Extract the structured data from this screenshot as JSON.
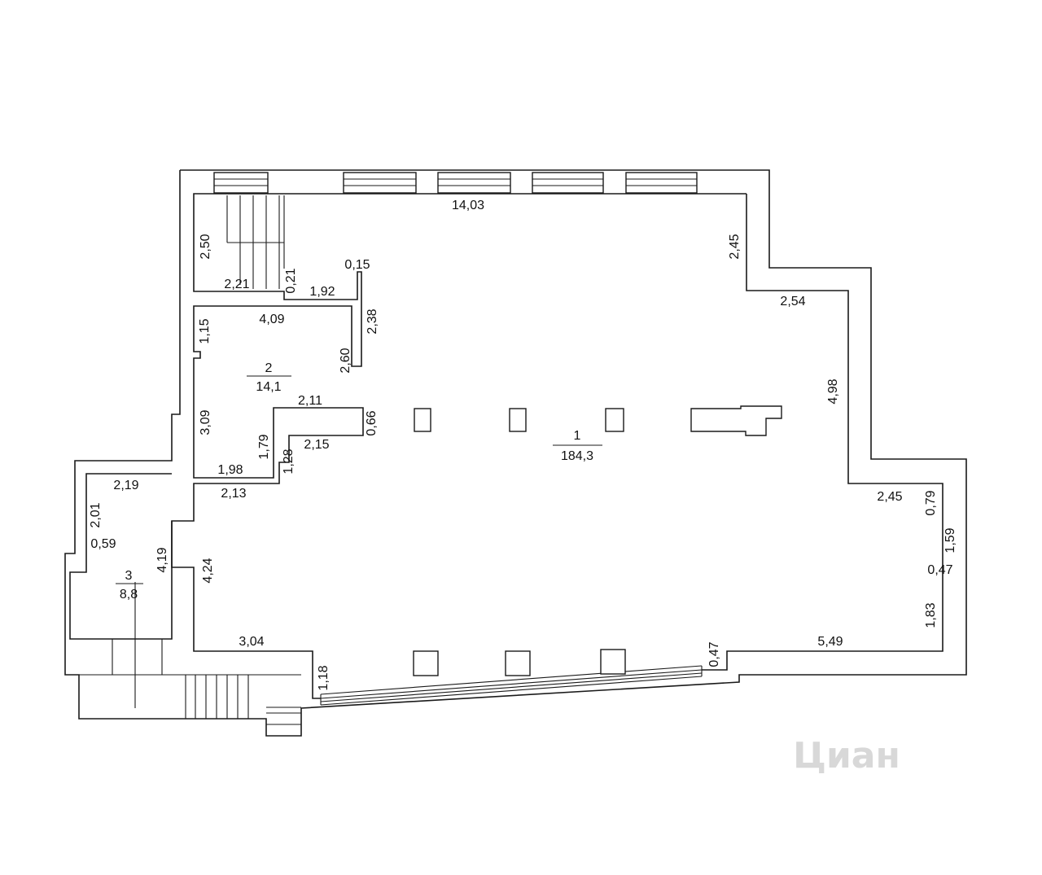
{
  "rooms": [
    {
      "number": "1",
      "area": "184,3"
    },
    {
      "number": "2",
      "area": "14,1"
    },
    {
      "number": "3",
      "area": "8,8"
    }
  ],
  "dimensions": [
    "14,03",
    "2,45",
    "2,54",
    "4,98",
    "2,45",
    "0,79",
    "1,59",
    "0,47",
    "1,83",
    "5,49",
    "0,47",
    "3,04",
    "1,18",
    "4,24",
    "4,19",
    "2,19",
    "2,01",
    "0,59",
    "2,50",
    "2,21",
    "0,21",
    "1,92",
    "0,15",
    "4,09",
    "2,38",
    "2,60",
    "1,15",
    "3,09",
    "2,11",
    "0,66",
    "1,79",
    "2,15",
    "1,28",
    "1,98",
    "2,13"
  ],
  "watermark": "Циан"
}
